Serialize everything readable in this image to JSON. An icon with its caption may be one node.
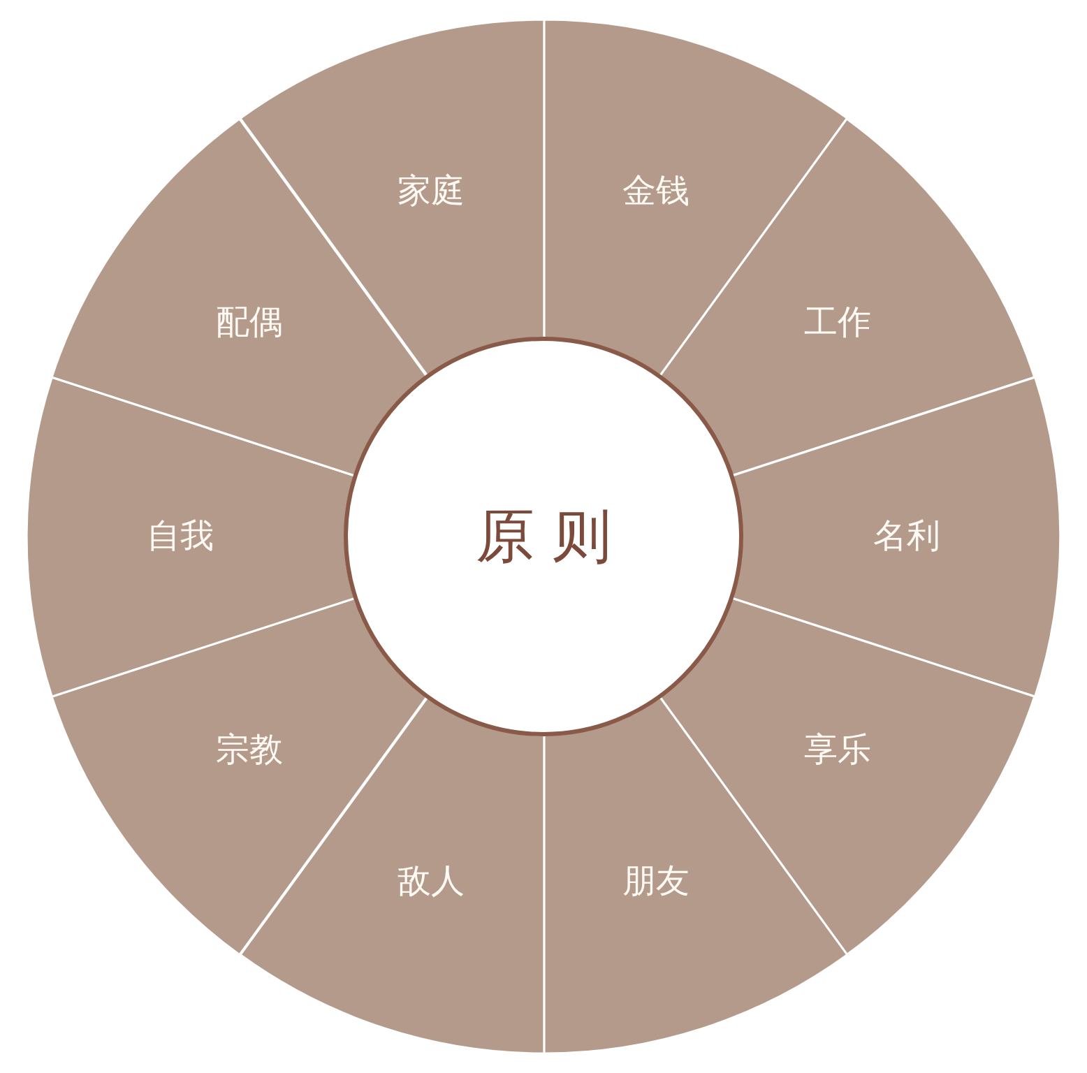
{
  "diagram": {
    "nodes": [
      {
        "text": [
          "原 则"
        ]
      },
      {
        "text": [
          "金钱"
        ]
      },
      {
        "text": [
          "工作"
        ]
      },
      {
        "text": [
          "名利"
        ]
      },
      {
        "text": [
          "享乐"
        ]
      },
      {
        "text": [
          "朋友"
        ]
      },
      {
        "text": [
          "敌人"
        ]
      },
      {
        "text": [
          "宗教"
        ]
      },
      {
        "text": [
          "自我"
        ]
      },
      {
        "text": [
          "配偶"
        ]
      },
      {
        "text": [
          "家庭"
        ]
      }
    ]
  }
}
